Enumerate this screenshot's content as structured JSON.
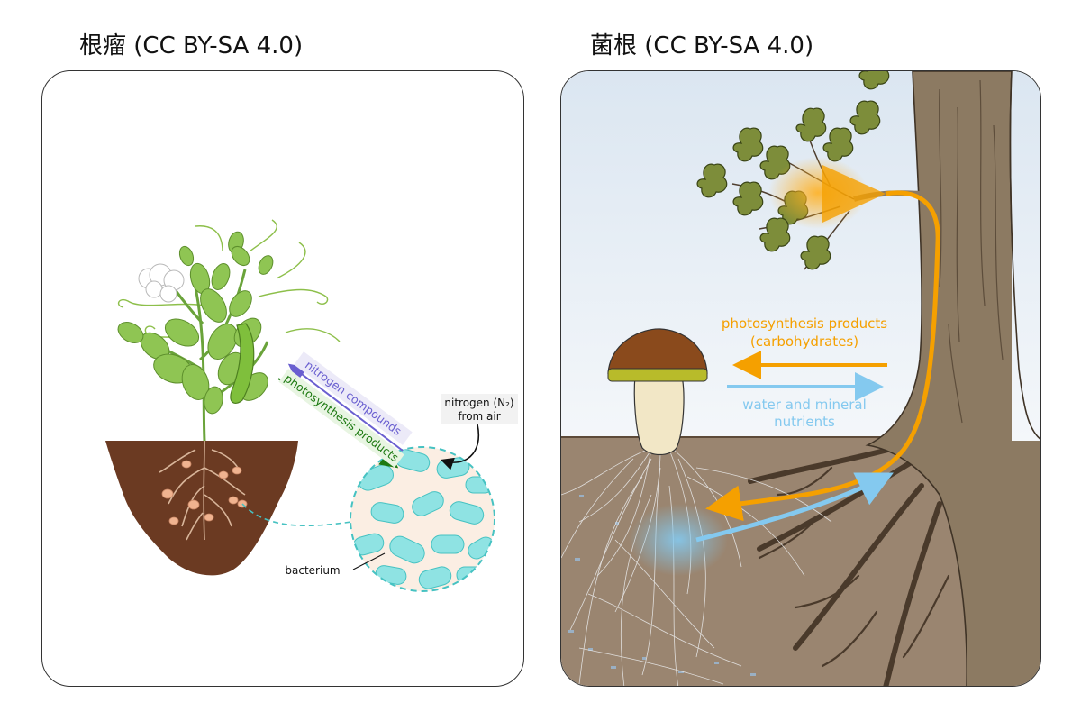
{
  "titles": {
    "left": "根瘤 (CC BY-SA 4.0)",
    "right": "菌根 (CC BY-SA 4.0)"
  },
  "left_panel": {
    "labels": {
      "nitrogen_compounds": "nitrogen compounds",
      "photosynthesis_products": "photosynthesis products",
      "nitrogen_from_air_line1": "nitrogen (N₂)",
      "nitrogen_from_air_line2": "from air",
      "bacterium": "bacterium"
    }
  },
  "right_panel": {
    "labels": {
      "photosynthesis_line1": "photosynthesis products",
      "photosynthesis_line2": "(carbohydrates)",
      "water_line1": "water and mineral",
      "water_line2": "nutrients"
    }
  },
  "colors": {
    "nitrogen_arrow": "#6a5fd0",
    "photosynthesis_arrow_left": "#1e7a12",
    "bacteria_fill": "#8fe3e3",
    "pot_soil": "#6b3a22",
    "carbohydrate_arrow": "#f5a000",
    "water_arrow": "#84c9ef",
    "trunk": "#8c7a62",
    "soil_right": "#9a8570",
    "sky": "#e6eef6"
  }
}
